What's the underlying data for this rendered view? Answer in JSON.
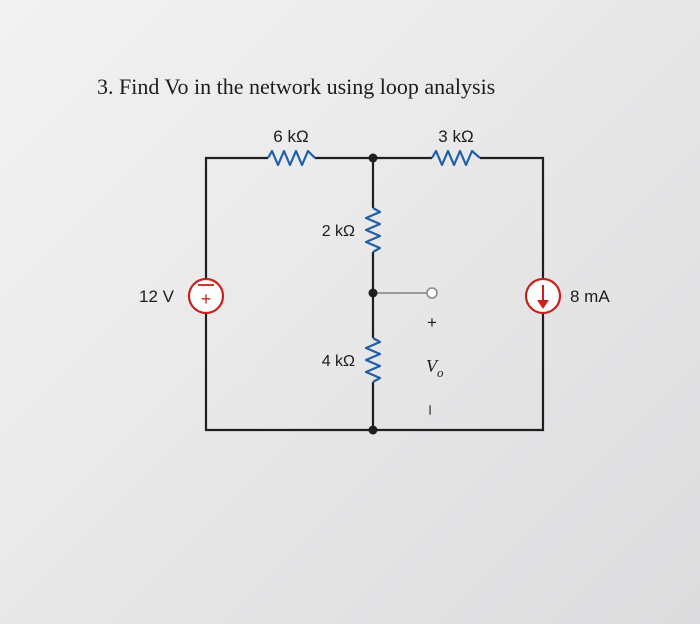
{
  "problem": {
    "number": "3.",
    "text": "Find Vo in the network using loop analysis"
  },
  "circuit": {
    "resistors": [
      {
        "id": "R1",
        "label": "6 kΩ"
      },
      {
        "id": "R2",
        "label": "3 kΩ"
      },
      {
        "id": "R3",
        "label": "2 kΩ"
      },
      {
        "id": "R4",
        "label": "4 kΩ"
      }
    ],
    "voltage_source": {
      "label": "12 V",
      "plus_symbol": "+"
    },
    "current_source": {
      "label": "8 mA"
    },
    "output": {
      "label": "V",
      "subscript": "o",
      "plus": "+",
      "minus": "–"
    }
  },
  "colors": {
    "wire": "#1f1f1f",
    "resistor": "#1f5fa8",
    "source": "#c8201c",
    "terminal": "#9a9a9a"
  }
}
